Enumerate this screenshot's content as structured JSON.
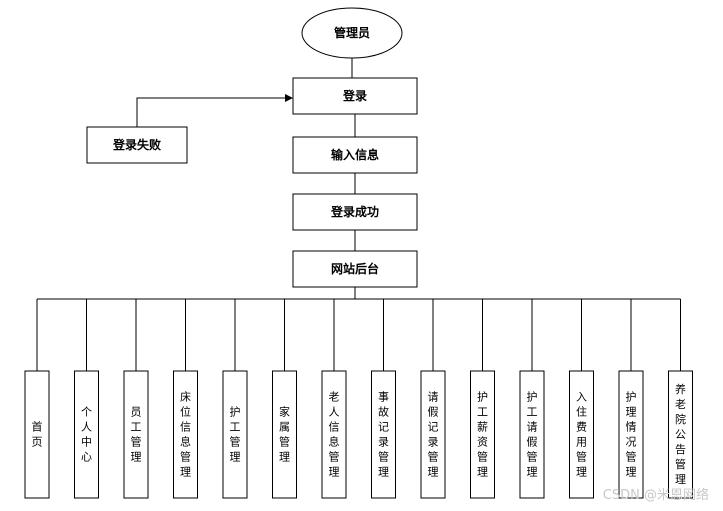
{
  "root": {
    "label": "管理员"
  },
  "flow": [
    {
      "id": "login",
      "label": "登录"
    },
    {
      "id": "input-info",
      "label": "输入信息"
    },
    {
      "id": "login-success",
      "label": "登录成功"
    },
    {
      "id": "backend",
      "label": "网站后台"
    }
  ],
  "failure": {
    "label": "登录失败"
  },
  "modules": [
    {
      "id": "home",
      "label": "首页"
    },
    {
      "id": "personal-center",
      "label": "个人中心"
    },
    {
      "id": "staff-management",
      "label": "员工管理"
    },
    {
      "id": "bed-info-management",
      "label": "床位信息管理"
    },
    {
      "id": "caregiver-management",
      "label": "护工管理"
    },
    {
      "id": "family-management",
      "label": "家属管理"
    },
    {
      "id": "elder-info-management",
      "label": "老人信息管理"
    },
    {
      "id": "incident-record-management",
      "label": "事故记录管理"
    },
    {
      "id": "leave-record-management",
      "label": "请假记录管理"
    },
    {
      "id": "caregiver-salary-management",
      "label": "护工薪资管理"
    },
    {
      "id": "caregiver-leave-management",
      "label": "护工请假管理"
    },
    {
      "id": "admission-fee-management",
      "label": "入住费用管理"
    },
    {
      "id": "care-status-management",
      "label": "护理情况管理"
    },
    {
      "id": "nursing-home-notice-management",
      "label": "养老院公告管理"
    }
  ],
  "watermark": "CSDN @米恩网络"
}
